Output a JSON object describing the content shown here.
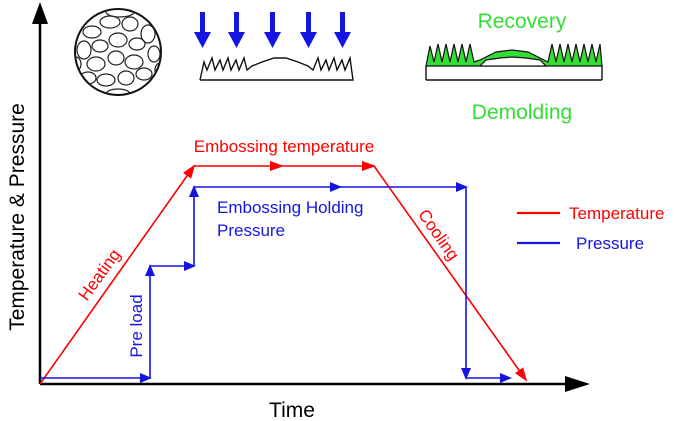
{
  "axes": {
    "y_label": "Temperature & Pressure",
    "x_label": "Time"
  },
  "stages": {
    "recovery": "Recovery",
    "demolding": "Demolding"
  },
  "annotations": {
    "embossing_temperature": "Embossing temperature",
    "embossing_holding_line1": "Embossing Holding",
    "embossing_holding_line2": "Pressure",
    "heating": "Heating",
    "pre_load": "Pre load",
    "cooling": "Cooling"
  },
  "legend": {
    "temperature": "Temperature",
    "pressure": "Pressure"
  },
  "colors": {
    "temperature": "#ff0000",
    "pressure": "#1515e0",
    "stage_text": "#33dd33",
    "axis": "#000000"
  }
}
